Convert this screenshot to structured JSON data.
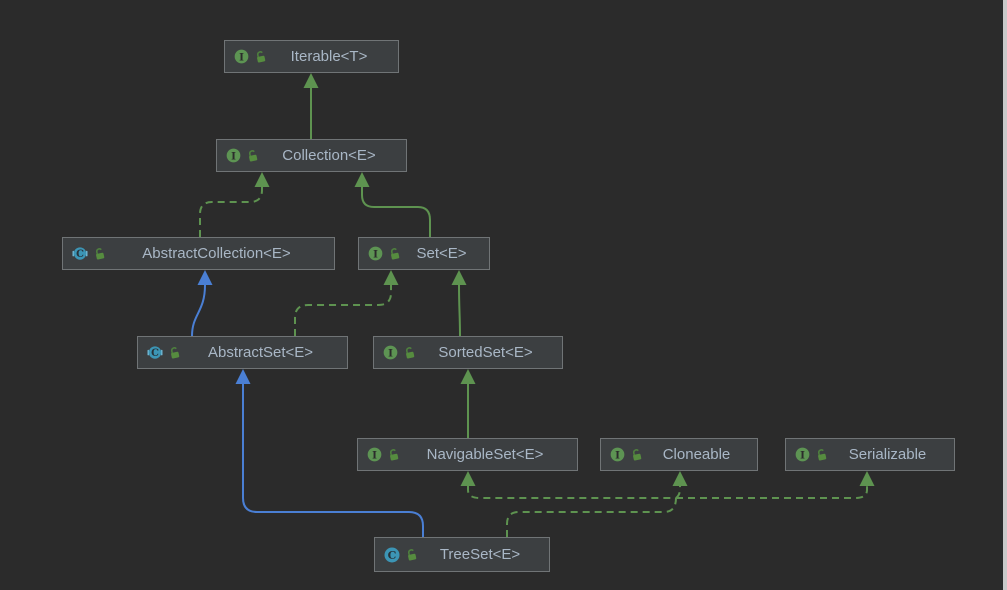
{
  "app": {
    "name": "IDE UML class diagram view",
    "theme": "darcula-dark"
  },
  "colors": {
    "canvas_background": "#2b2b2b",
    "node_fill": "#3c3f41",
    "node_border": "#707476",
    "node_text": "#a9b7c6",
    "edge_green": "#5e9350",
    "edge_blue": "#4a7fd4",
    "interface_icon": "#5d9453",
    "class_icon": "#3c95b5",
    "lock_icon": "#568c3f"
  },
  "diagram": {
    "nodes": [
      {
        "id": "iterable",
        "label": "Iterable<T>",
        "kind": "interface"
      },
      {
        "id": "collection",
        "label": "Collection<E>",
        "kind": "interface"
      },
      {
        "id": "abstract-collection",
        "label": "AbstractCollection<E>",
        "kind": "abstract-class"
      },
      {
        "id": "set",
        "label": "Set<E>",
        "kind": "interface"
      },
      {
        "id": "abstract-set",
        "label": "AbstractSet<E>",
        "kind": "abstract-class"
      },
      {
        "id": "sorted-set",
        "label": "SortedSet<E>",
        "kind": "interface"
      },
      {
        "id": "navigable-set",
        "label": "NavigableSet<E>",
        "kind": "interface"
      },
      {
        "id": "cloneable",
        "label": "Cloneable",
        "kind": "interface"
      },
      {
        "id": "serializable",
        "label": "Serializable",
        "kind": "interface"
      },
      {
        "id": "treeset",
        "label": "TreeSet<E>",
        "kind": "class"
      }
    ],
    "edges": [
      {
        "from": "Collection<E>",
        "to": "Iterable<T>",
        "relation": "extends",
        "line": "solid",
        "color": "green"
      },
      {
        "from": "AbstractCollection<E>",
        "to": "Collection<E>",
        "relation": "implements",
        "line": "dashed",
        "color": "green"
      },
      {
        "from": "Set<E>",
        "to": "Collection<E>",
        "relation": "extends",
        "line": "solid",
        "color": "green"
      },
      {
        "from": "AbstractSet<E>",
        "to": "AbstractCollection<E>",
        "relation": "extends",
        "line": "solid",
        "color": "blue"
      },
      {
        "from": "AbstractSet<E>",
        "to": "Set<E>",
        "relation": "implements",
        "line": "dashed",
        "color": "green"
      },
      {
        "from": "SortedSet<E>",
        "to": "Set<E>",
        "relation": "extends",
        "line": "solid",
        "color": "green"
      },
      {
        "from": "NavigableSet<E>",
        "to": "SortedSet<E>",
        "relation": "extends",
        "line": "solid",
        "color": "green"
      },
      {
        "from": "TreeSet<E>",
        "to": "AbstractSet<E>",
        "relation": "extends",
        "line": "solid",
        "color": "blue"
      },
      {
        "from": "TreeSet<E>",
        "to": "NavigableSet<E>",
        "relation": "implements",
        "line": "dashed",
        "color": "green"
      },
      {
        "from": "TreeSet<E>",
        "to": "Cloneable",
        "relation": "implements",
        "line": "dashed",
        "color": "green"
      },
      {
        "from": "TreeSet<E>",
        "to": "Serializable",
        "relation": "implements",
        "line": "dashed",
        "color": "green"
      }
    ]
  }
}
